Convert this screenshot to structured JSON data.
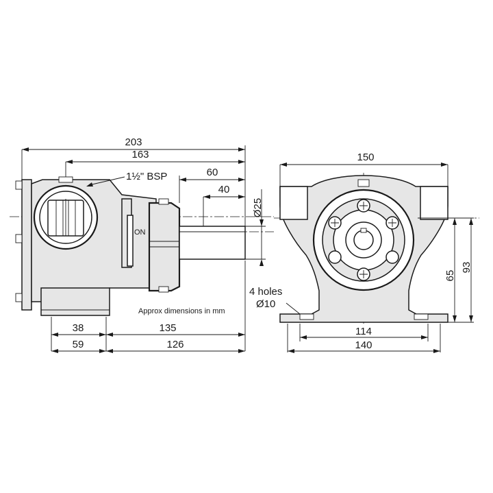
{
  "side_view": {
    "dim_overall_length": "203",
    "dim_length_to_port": "163",
    "dim_shaft_from_flange": "60",
    "dim_shaft_length": "40",
    "dim_shaft_diameter": "Ø25",
    "dim_foot_length": "38",
    "dim_foot_to_face": "59",
    "dim_flange_to_end": "135",
    "dim_body_to_end": "126",
    "port_size": "1½\" BSP",
    "on_label": "ON",
    "note": "Approx dimensions in mm"
  },
  "end_view": {
    "dim_overall_width": "150",
    "dim_shaft_height": "65",
    "dim_overall_height": "93",
    "dim_hole_spacing": "114",
    "dim_base_width": "140",
    "holes_count": "4 holes",
    "holes_diameter": "Ø10"
  }
}
